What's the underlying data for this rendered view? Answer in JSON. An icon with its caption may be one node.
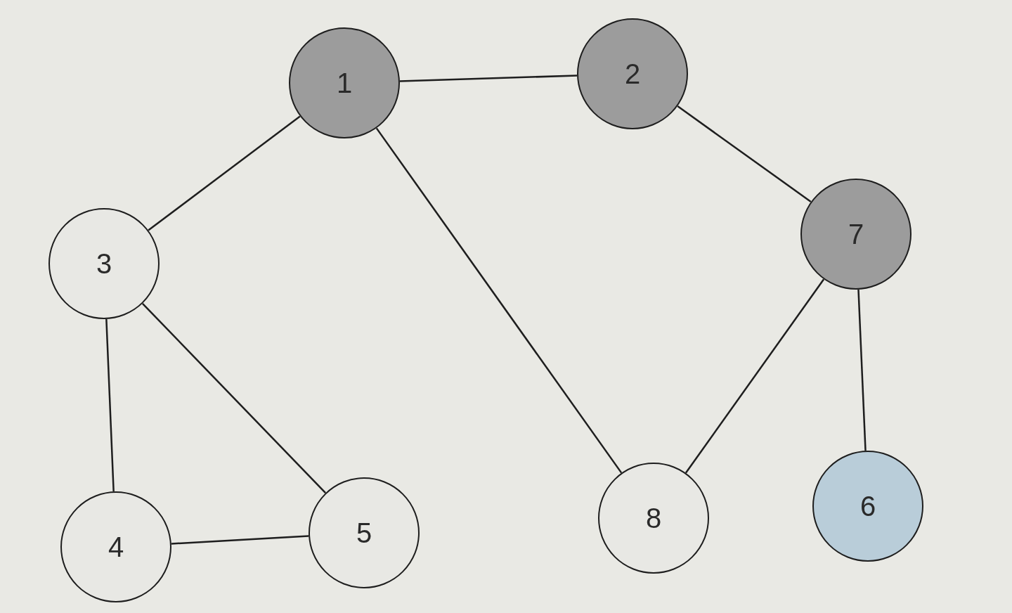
{
  "diagram": {
    "nodes": [
      {
        "text": [
          "1"
        ]
      },
      {
        "text": [
          "2"
        ]
      },
      {
        "text": [
          "3"
        ]
      },
      {
        "text": [
          "4"
        ]
      },
      {
        "text": [
          "5"
        ]
      },
      {
        "text": [
          "6"
        ]
      },
      {
        "text": [
          "7"
        ]
      },
      {
        "text": [
          "8"
        ]
      }
    ],
    "edges": [
      {
        "from": 0,
        "to": 1,
        "arrow": "none"
      },
      {
        "from": 0,
        "to": 2,
        "arrow": "none"
      },
      {
        "from": 0,
        "to": 7,
        "arrow": "none"
      },
      {
        "from": 1,
        "to": 6,
        "arrow": "none"
      },
      {
        "from": 2,
        "to": 3,
        "arrow": "none"
      },
      {
        "from": 2,
        "to": 4,
        "arrow": "none"
      },
      {
        "from": 3,
        "to": 4,
        "arrow": "none"
      },
      {
        "from": 6,
        "to": 7,
        "arrow": "none"
      },
      {
        "from": 6,
        "to": 5,
        "arrow": "none"
      }
    ]
  }
}
